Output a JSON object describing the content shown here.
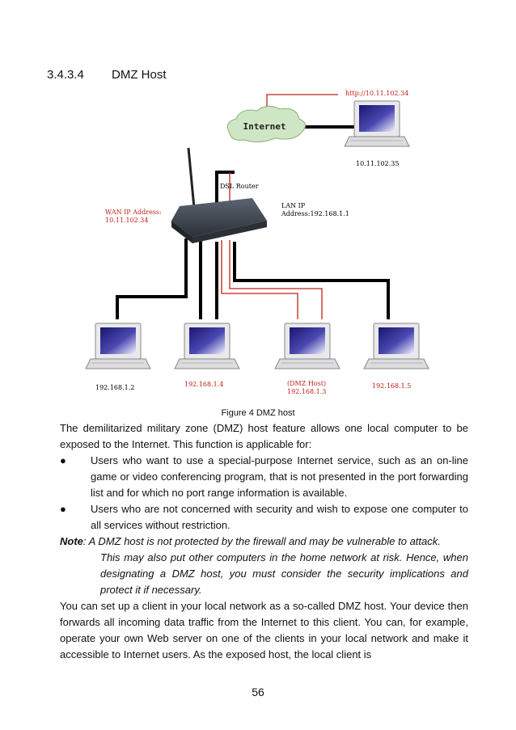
{
  "section": {
    "number": "3.4.3.4",
    "title": "DMZ Host"
  },
  "diagram": {
    "internet_label": "Internet",
    "router_label": "DSL Router",
    "wan_label_1": "WAN IP Address:",
    "wan_label_2": "10.11.102.34",
    "lan_label_1": "LAN IP",
    "lan_label_2": "Address:192.168.1.1",
    "remote_url": "http://10.11.102.34",
    "remote_ip": "10.11.102.35",
    "pc1_ip": "192.168.1.2",
    "pc2_ip": "192.168.1.4",
    "pc3_tag": "(DMZ Host)",
    "pc3_ip": "192.168.1.3",
    "pc4_ip": "192.168.1.5"
  },
  "caption": "Figure 4 DMZ host",
  "intro": "The demilitarized military zone (DMZ) host feature allows one local computer to be exposed to the Internet. This function is applicable for:",
  "bullets": [
    "Users who want to use a special-purpose Internet service, such as an on-line game or video conferencing program, that is not presented in the port forwarding list and for which no port range information is available.",
    "Users who are not concerned with security and wish to expose one computer to all services without restriction."
  ],
  "bullet_symbol": "●",
  "note_label": "Note",
  "note_first": ": A DMZ host is not protected by the firewall and may be vulnerable to attack.",
  "note_rest": "This may also put other computers in the home network at risk. Hence, when designating a DMZ host, you must consider the security implications and protect it if necessary.",
  "closing": "You can set up a client in your local network as a so-called DMZ host. Your device then forwards all incoming data traffic from the Internet to this client. You can, for example, operate your own Web server on one of the clients in your local network and make it accessible to Internet users. As the exposed host, the local client is",
  "page_number": "56"
}
